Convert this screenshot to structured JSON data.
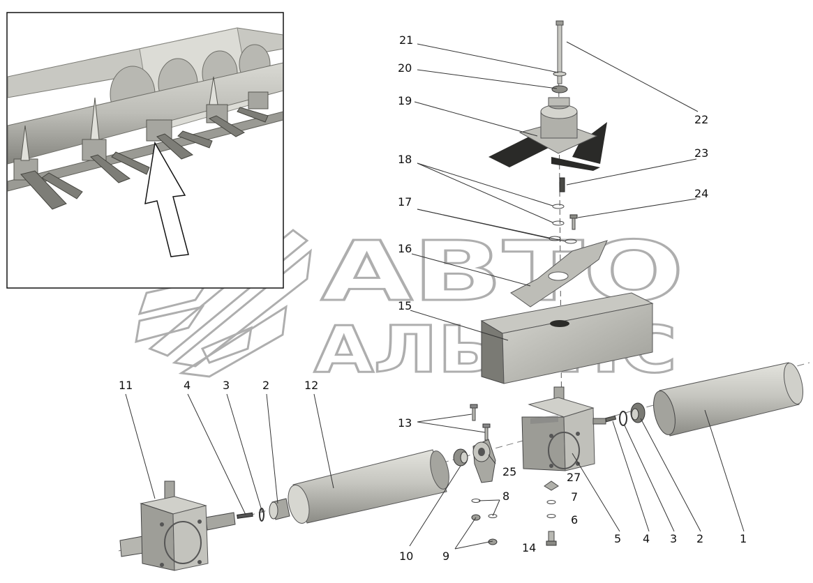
{
  "watermark": {
    "line1": "АВТО",
    "line2": "АЛЬЯНС",
    "logo": "avto-alyans-logo"
  },
  "colors": {
    "part_light": "#d2d2cc",
    "part_mid": "#a9a9a3",
    "part_dark": "#6e6e68",
    "leader": "#333333",
    "label": "#111111",
    "watermark": "#6d6d6d"
  },
  "callouts": {
    "c1": "1",
    "c2a": "2",
    "c2b": "2",
    "c3a": "3",
    "c3b": "3",
    "c4a": "4",
    "c4b": "4",
    "c5": "5",
    "c6": "6",
    "c7": "7",
    "c8": "8",
    "c9": "9",
    "c10": "10",
    "c11": "11",
    "c12": "12",
    "c13": "13",
    "c14": "14",
    "c15": "15",
    "c16": "16",
    "c17": "17",
    "c18": "18",
    "c19": "19",
    "c20": "20",
    "c21": "21",
    "c22": "22",
    "c23": "23",
    "c24": "24",
    "c25": "25",
    "c27": "27"
  }
}
